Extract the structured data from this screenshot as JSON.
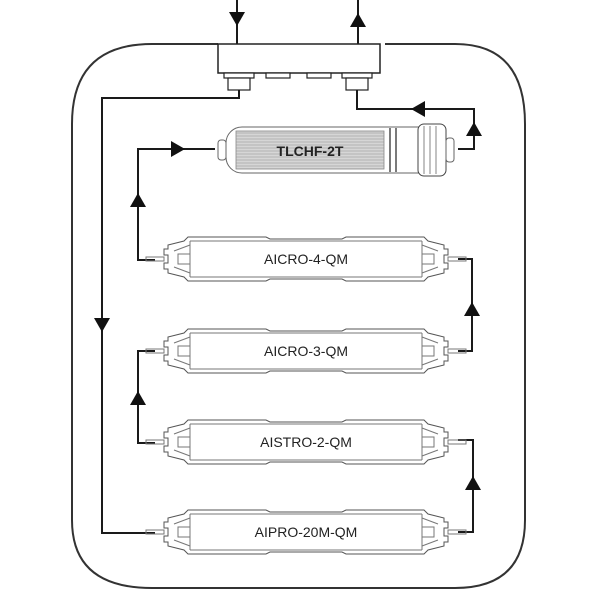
{
  "diagram": {
    "title": "",
    "head_manifold": {
      "name": "manifold-head"
    },
    "filters": [
      {
        "id": "stage5",
        "label": "TLCHF-2T",
        "style": "carbon-inline"
      },
      {
        "id": "stage4",
        "label": "AICRO-4-QM",
        "style": "quick-change"
      },
      {
        "id": "stage3",
        "label": "AICRO-3-QM",
        "style": "quick-change"
      },
      {
        "id": "stage2",
        "label": "AISTRO-2-QM",
        "style": "quick-change"
      },
      {
        "id": "stage1",
        "label": "AIPRO-20M-QM",
        "style": "quick-change"
      }
    ],
    "flow": [
      {
        "from": "inlet",
        "to": "manifold-head",
        "direction": "down"
      },
      {
        "from": "manifold-head",
        "to": "stage1",
        "direction": "down"
      },
      {
        "from": "stage1",
        "to": "stage2",
        "direction": "up"
      },
      {
        "from": "stage2",
        "to": "stage3",
        "direction": "up"
      },
      {
        "from": "stage3",
        "to": "stage4",
        "direction": "up"
      },
      {
        "from": "stage4",
        "to": "stage5",
        "direction": "up"
      },
      {
        "from": "stage5",
        "to": "manifold-head",
        "direction": "up"
      },
      {
        "from": "manifold-head",
        "to": "outlet",
        "direction": "up"
      }
    ],
    "colors": {
      "line": "#1a1a1a",
      "frame": "#333333",
      "carbon_fill": "#cfcfcf"
    }
  }
}
